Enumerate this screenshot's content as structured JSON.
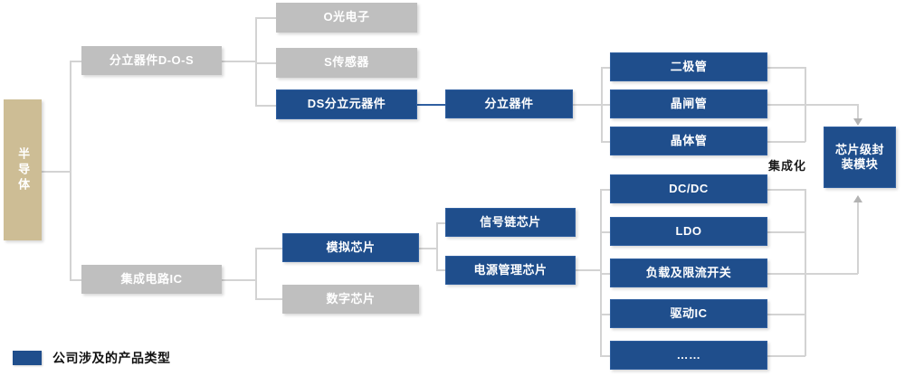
{
  "diagram": {
    "root": {
      "label": "半导体"
    },
    "level1": [
      {
        "label": "分立器件D-O-S",
        "style": "gray"
      },
      {
        "label": "集成电路IC",
        "style": "gray"
      }
    ],
    "discrete_children": [
      {
        "label": "O光电子",
        "style": "gray"
      },
      {
        "label": "S传感器",
        "style": "gray"
      },
      {
        "label": "DS分立元器件",
        "style": "blue"
      }
    ],
    "discrete_group": {
      "label": "分立器件",
      "style": "blue"
    },
    "discrete_products": [
      {
        "label": "二极管",
        "style": "blue"
      },
      {
        "label": "晶闸管",
        "style": "blue"
      },
      {
        "label": "晶体管",
        "style": "blue"
      }
    ],
    "ic_children": [
      {
        "label": "模拟芯片",
        "style": "blue"
      },
      {
        "label": "数字芯片",
        "style": "gray"
      }
    ],
    "analog_children": [
      {
        "label": "信号链芯片",
        "style": "blue"
      },
      {
        "label": "电源管理芯片",
        "style": "blue"
      }
    ],
    "pmic_products": [
      {
        "label": "DC/DC",
        "style": "blue"
      },
      {
        "label": "LDO",
        "style": "blue"
      },
      {
        "label": "负载及限流开关",
        "style": "blue"
      },
      {
        "label": "驱动IC",
        "style": "blue"
      },
      {
        "label": "……",
        "style": "blue"
      }
    ],
    "integration_caption": "集成化",
    "module": {
      "label": "芯片级封装模块",
      "style": "blue"
    }
  },
  "legend": {
    "swatch_color": "#1f4e8c",
    "label": "公司涉及的产品类型"
  },
  "colors": {
    "blue": "#1f4e8c",
    "gray": "#bfbfbf",
    "tan": "#cdbd95",
    "connector": "#d3d3d3"
  }
}
